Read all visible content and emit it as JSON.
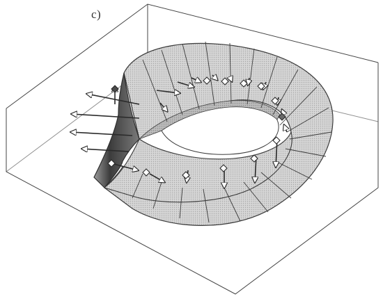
{
  "figure": {
    "panel_label": "c)"
  },
  "colors": {
    "line": "#3a3a3a",
    "band_light": "#dadada",
    "band_mid": "#bcbcbc",
    "band_dark": "#5a5a5a",
    "background": "#ffffff"
  },
  "content": {
    "surface": "mobius-strip",
    "vectors": "normal-vectors-along-strip"
  }
}
